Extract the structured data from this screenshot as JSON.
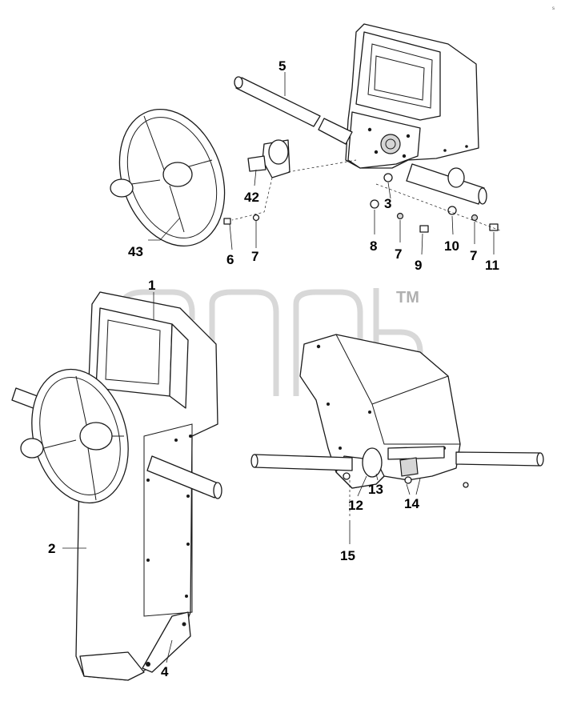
{
  "figure": {
    "watermark_mark": "TM",
    "corner_mark": "s"
  },
  "callouts": [
    "1",
    "2",
    "3",
    "4",
    "5",
    "6",
    "7",
    "7",
    "7",
    "8",
    "9",
    "10",
    "11",
    "12",
    "13",
    "14",
    "15",
    "42",
    "43"
  ],
  "colors": {
    "line": "#1a1a1a",
    "watermark": "#b8b8b8",
    "shade": "#d6d6d6"
  }
}
